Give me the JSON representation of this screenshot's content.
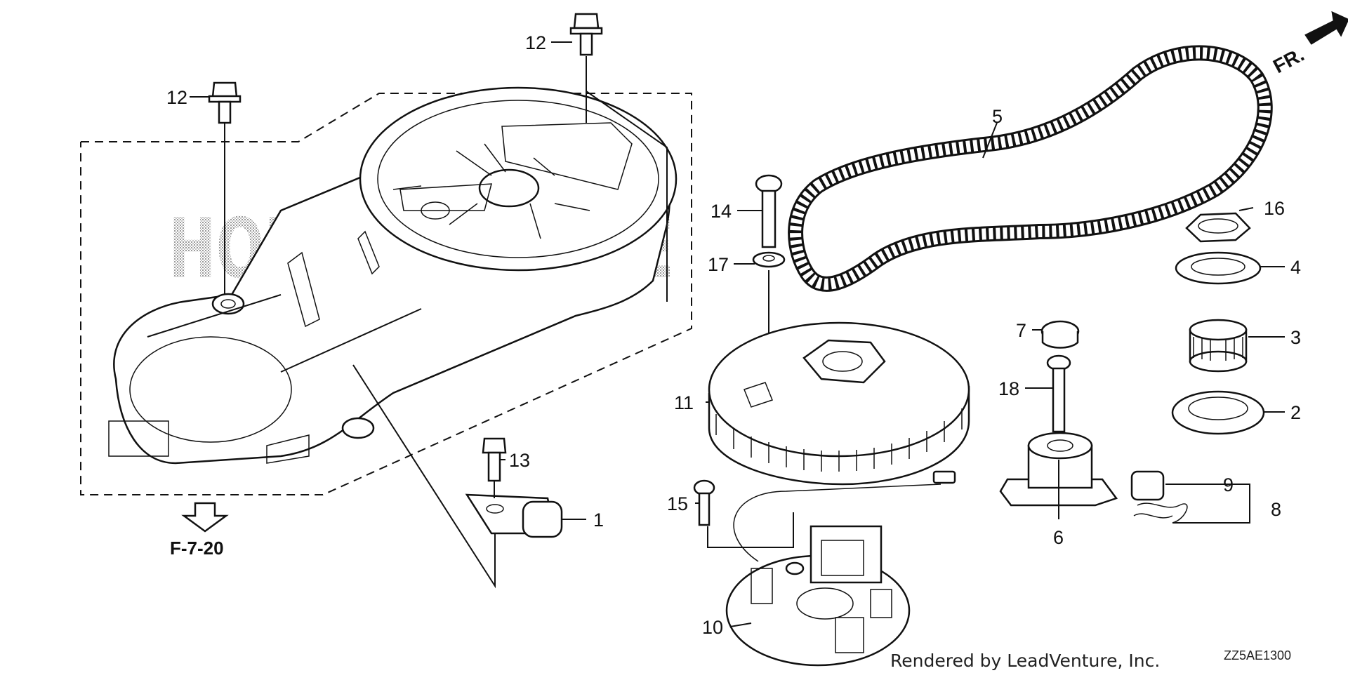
{
  "diagram": {
    "direction_label": "FR.",
    "reference_label": "F-7-20",
    "watermark": "HONDA MARINE",
    "credit": "Rendered by LeadVenture, Inc.",
    "drawing_code": "ZZ5AE1300"
  },
  "callouts": {
    "c1": "1",
    "c2": "2",
    "c3": "3",
    "c4": "4",
    "c5": "5",
    "c6": "6",
    "c7": "7",
    "c8": "8",
    "c9": "9",
    "c10": "10",
    "c11": "11",
    "c12a": "12",
    "c12b": "12",
    "c13": "13",
    "c14": "14",
    "c15": "15",
    "c16": "16",
    "c17": "17",
    "c18": "18"
  }
}
